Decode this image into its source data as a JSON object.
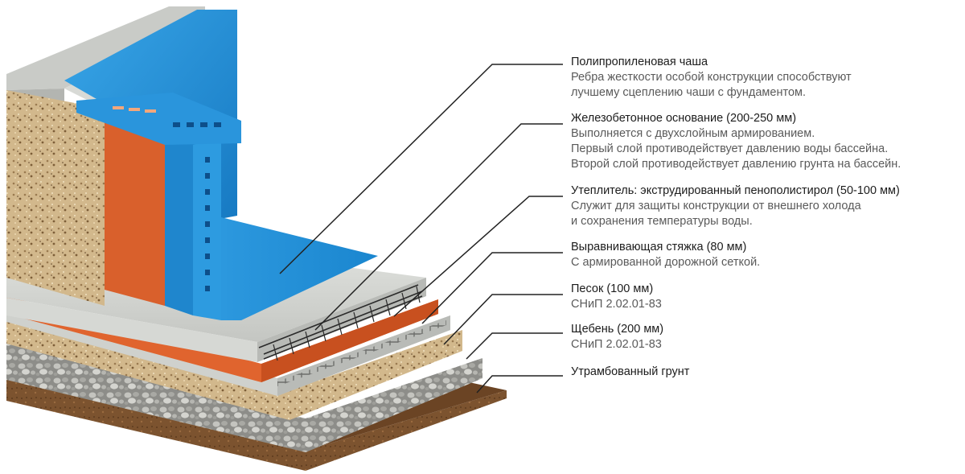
{
  "layers": [
    {
      "title": "Полипропиленовая чаша",
      "desc": [
        "Ребра жесткости особой конструкции способствуют",
        "лучшему сцеплению чаши с фундаментом."
      ]
    },
    {
      "title": "Железобетонное основание (200-250 мм)",
      "desc": [
        "Выполняется с двухслойным армированием.",
        "Первый слой противодействует давлению воды бассейна.",
        "Второй слой противодействует давлению грунта на бассейн."
      ]
    },
    {
      "title": "Утеплитель: экструдированный пенополистирол (50-100 мм)",
      "desc": [
        "Служит для защиты конструкции от внешнего холода",
        "и сохранения температуры воды."
      ]
    },
    {
      "title": "Выравнивающая стяжка (80 мм)",
      "desc": [
        "С армированной дорожной сеткой."
      ]
    },
    {
      "title": "Песок (100 мм)",
      "desc": [
        "СНиП 2.02.01-83"
      ]
    },
    {
      "title": "Щебень (200 мм)",
      "desc": [
        "СНиП 2.02.01-83"
      ]
    },
    {
      "title": "Утрамбованный грунт",
      "desc": []
    }
  ],
  "colors": {
    "pool_blue": "#1f8fd6",
    "insulation_orange": "#e0642e",
    "concrete": "#d4d6d2",
    "sand": "#c9ad80",
    "gravel": "#a7a7a3",
    "soil": "#7a4f2c",
    "leader_line": "#222222"
  }
}
